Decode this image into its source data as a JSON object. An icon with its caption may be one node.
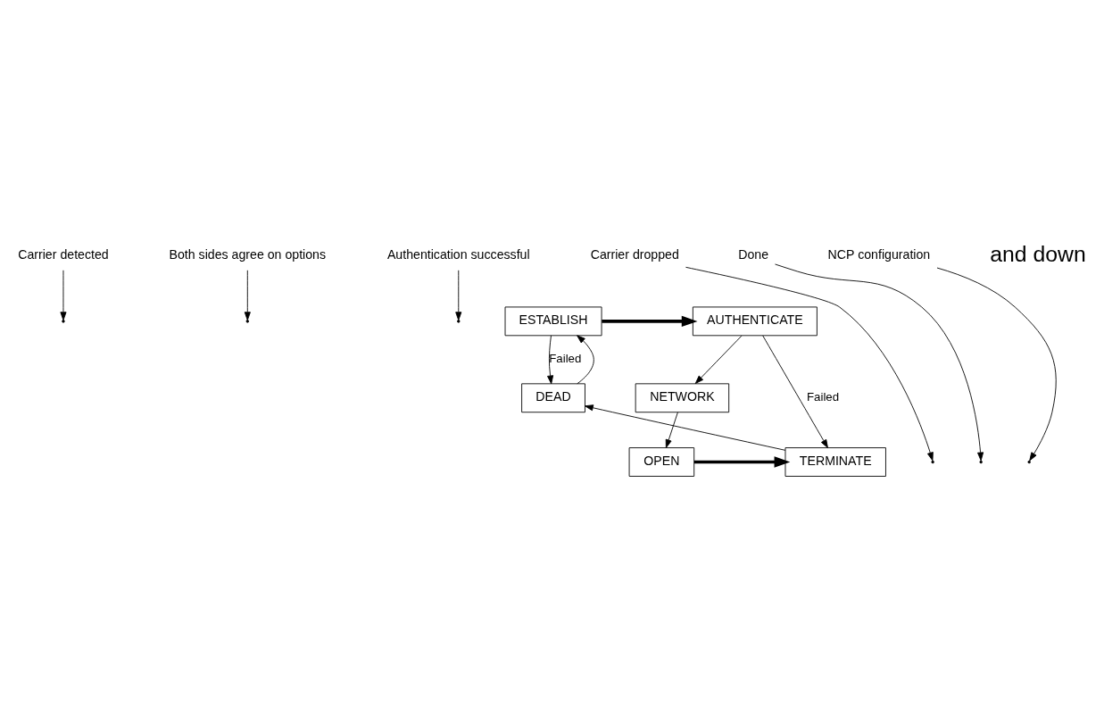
{
  "diagram": {
    "nodes": [
      {
        "text": [
          "Carrier detected"
        ]
      },
      {
        "text": [
          "Both sides agree on options"
        ]
      },
      {
        "text": [
          "Authentication successful"
        ]
      },
      {
        "text": [
          "ESTABLISH"
        ]
      },
      {
        "text": [
          "AUTHENTICATE"
        ]
      },
      {
        "text": [
          "DEAD"
        ]
      },
      {
        "text": [
          "NETWORK"
        ]
      },
      {
        "text": [
          "TERMINATE"
        ]
      },
      {
        "text": [
          "OPEN"
        ]
      },
      {
        "text": [
          "Carrier dropped"
        ]
      },
      {
        "text": [
          "Done"
        ]
      },
      {
        "text": [
          "NCP configuration"
        ]
      }
    ],
    "edges": [
      {
        "from": 5,
        "to": 3,
        "arrow": "to"
      },
      {
        "from": 3,
        "to": 4,
        "arrow": "to",
        "style": "thick"
      },
      {
        "from": 3,
        "to": 5,
        "arrow": "to",
        "label": "Failed"
      },
      {
        "from": 4,
        "to": 6,
        "arrow": "to"
      },
      {
        "from": 4,
        "to": 7,
        "arrow": "to",
        "label": "Failed"
      },
      {
        "from": 6,
        "to": 8,
        "arrow": "to"
      },
      {
        "from": 8,
        "to": 7,
        "arrow": "to",
        "style": "thick"
      },
      {
        "from": 7,
        "to": 5,
        "arrow": "to"
      },
      {
        "from": 0,
        "to": null,
        "arrow": "to"
      },
      {
        "from": 1,
        "to": null,
        "arrow": "to"
      },
      {
        "from": 2,
        "to": null,
        "arrow": "to"
      },
      {
        "from": 9,
        "to": null,
        "arrow": "to"
      },
      {
        "from": 10,
        "to": null,
        "arrow": "to"
      },
      {
        "from": 11,
        "to": null,
        "arrow": "to"
      }
    ],
    "labels": [
      "and down"
    ]
  }
}
